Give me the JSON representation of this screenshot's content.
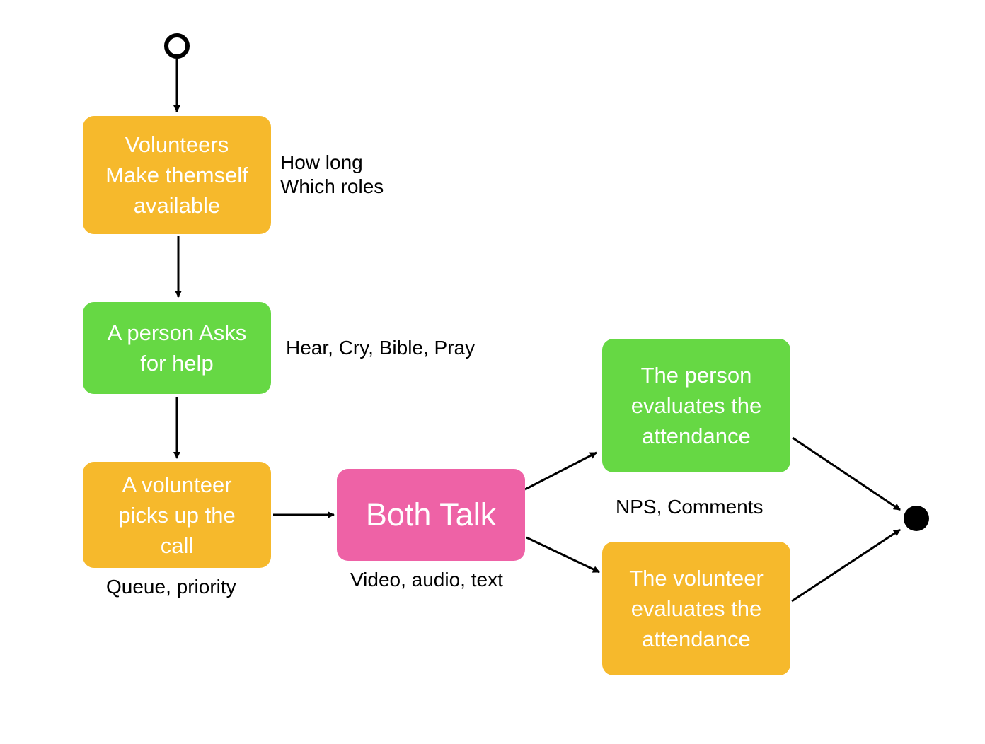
{
  "nodes": {
    "volunteers_available": {
      "lines": [
        "Volunteers",
        "Make themself",
        "available"
      ],
      "color": "#f6b92c"
    },
    "person_asks_help": {
      "lines": [
        "A person Asks",
        "for help"
      ],
      "color": "#66d844"
    },
    "volunteer_picks_up": {
      "lines": [
        "A volunteer",
        "picks up the",
        "call"
      ],
      "color": "#f6b92c"
    },
    "both_talk": {
      "label": "Both Talk",
      "color": "#ee62a6"
    },
    "person_evaluates": {
      "lines": [
        "The person",
        "evaluates the",
        "attendance"
      ],
      "color": "#66d844"
    },
    "volunteer_evaluates": {
      "lines": [
        "The volunteer",
        "evaluates the",
        "attendance"
      ],
      "color": "#f6b92c"
    }
  },
  "notes": {
    "availability": [
      "How long",
      "Which roles"
    ],
    "help_types": "Hear, Cry, Bible, Pray",
    "queue": "Queue, priority",
    "channels": "Video, audio, text",
    "evaluation": "NPS, Comments"
  }
}
